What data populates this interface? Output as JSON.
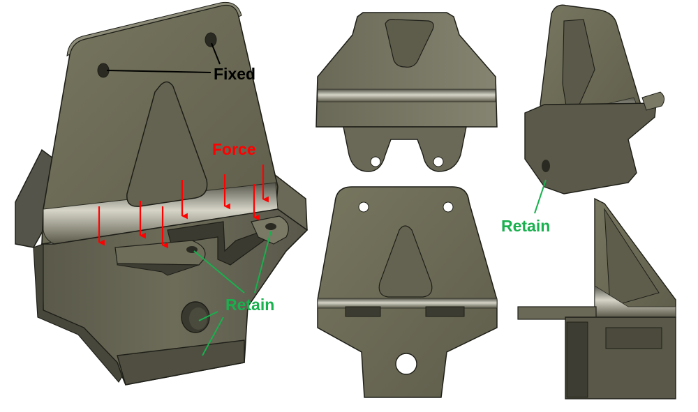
{
  "labels": {
    "fixed": "Fixed",
    "force": "Force",
    "retain_main": "Retain",
    "retain_iso": "Retain"
  },
  "colors": {
    "part": "#6b6a58",
    "part_dark": "#4b4a3c",
    "part_light": "#8a8977",
    "highlight": "#c9c8b8",
    "edge": "#1e1e18",
    "fixed": "#000000",
    "force": "#ff0000",
    "retain": "#19b04e"
  },
  "icons": {
    "force_arrow": "down-arrow-icon"
  }
}
